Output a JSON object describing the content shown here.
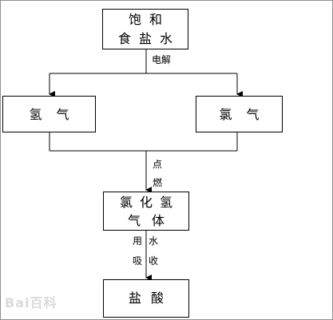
{
  "nodes": {
    "brine": {
      "line1": "饱和",
      "line2": "食盐水"
    },
    "hydrogen": {
      "label": "氢气"
    },
    "chlorine": {
      "label": "氯气"
    },
    "hcl_gas": {
      "line1": "氯化氢",
      "line2": "气体"
    },
    "hydrochloric_acid": {
      "label": "盐酸"
    }
  },
  "edges": {
    "electrolysis": "电解",
    "ignite_line1": "点",
    "ignite_line2": "燃",
    "absorb_line1": "用水",
    "absorb_line2": "吸收"
  },
  "watermark": {
    "text": "Bai百科"
  },
  "colors": {
    "line": "#000000",
    "frame": "#8f8f8f"
  }
}
